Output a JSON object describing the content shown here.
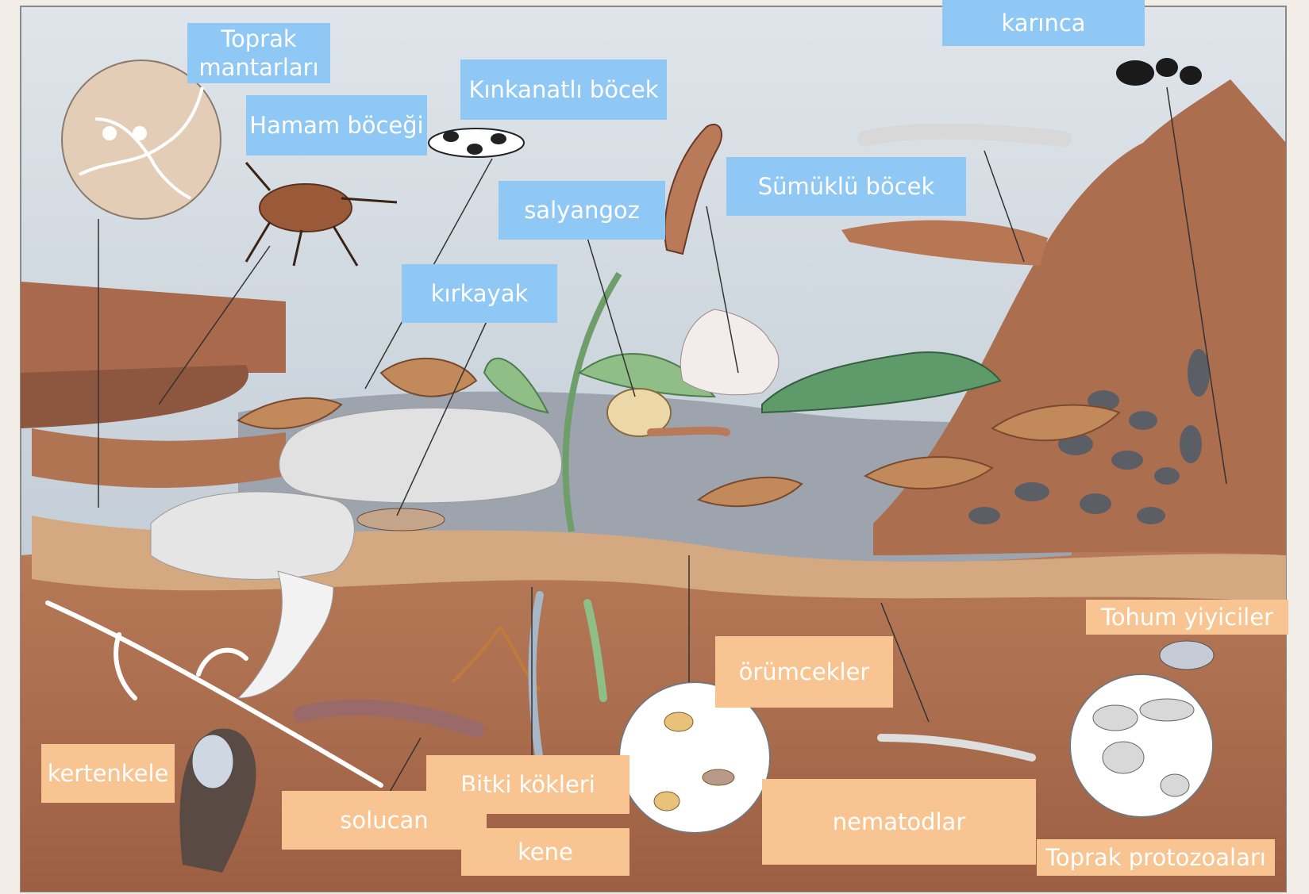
{
  "labels": {
    "toprak_mantarlari": "Toprak\nmantarları",
    "karinca": "karınca",
    "kinkanatli_bocek": "Kınkanatlı böcek",
    "hamam_bocegi": "Hamam böceği",
    "salyangoz": "salyangoz",
    "sumuklu_bocek": "Sümüklü böcek",
    "kirkayak": "kırkayak",
    "tohum_yiyiciler": "Tohum yiyiciler",
    "orumcekler": "örümcekler",
    "kertenkele": "kertenkele",
    "bitki_kokleri": "Bitki kökleri",
    "solucan": "solucan",
    "nematodlar": "nematodlar",
    "kene": "kene",
    "toprak_protozoalari": "Toprak protozoaları"
  },
  "colors": {
    "blue_label": "#8fc8f4",
    "orange_label": "#f8c592",
    "sky": "#c7d2dc",
    "soil": "#a96b4d",
    "topsoil": "#d4a982"
  }
}
